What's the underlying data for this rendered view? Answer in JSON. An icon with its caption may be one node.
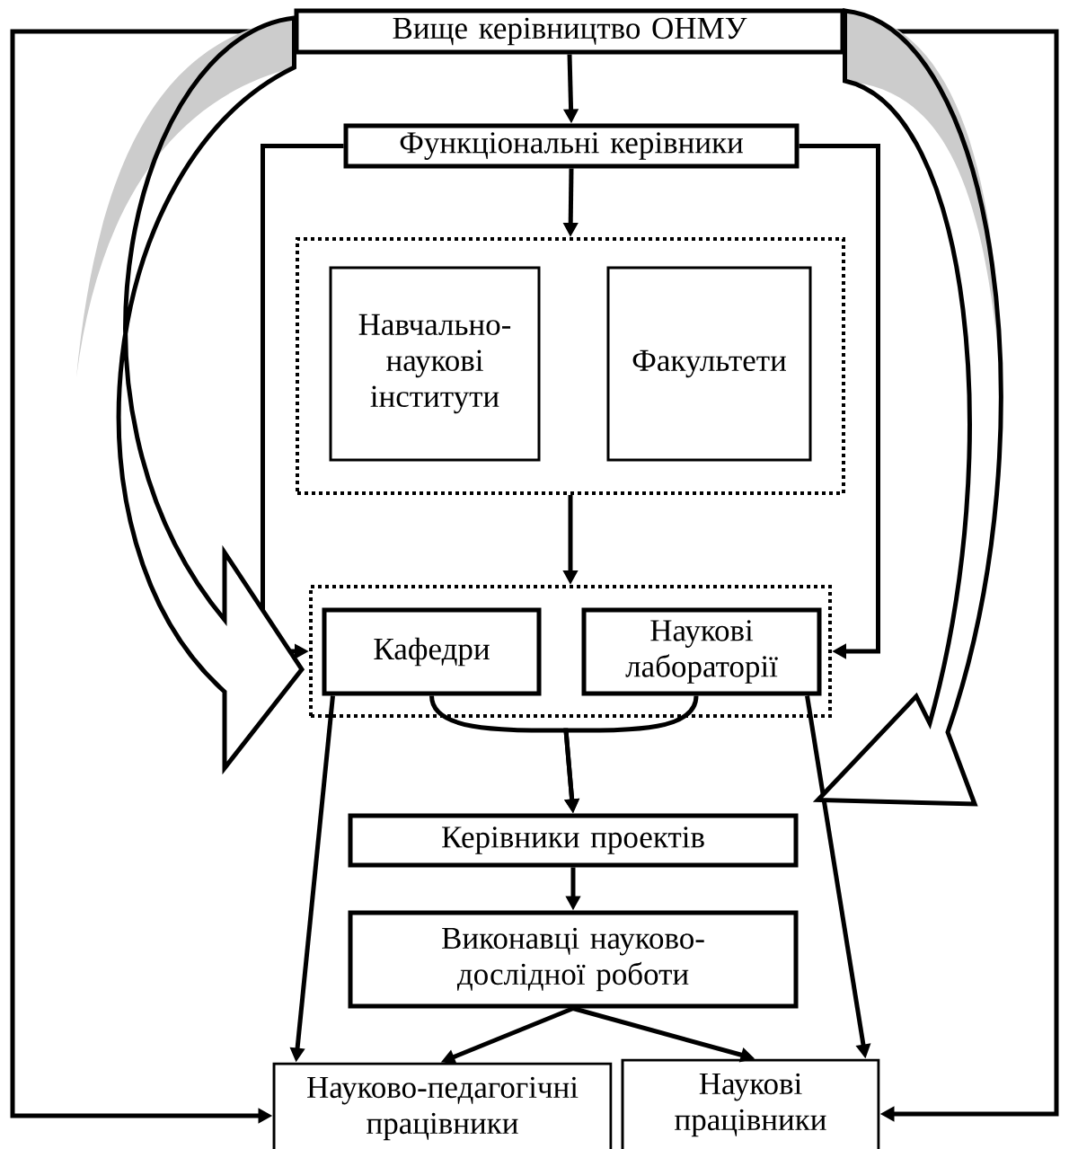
{
  "diagram": {
    "nodes": [
      {
        "text": [
          "Вище керівництво ОНМУ"
        ]
      },
      {
        "text": [
          "Функціональні керівники"
        ]
      },
      {
        "text": [],
        "shape": "box"
      },
      {
        "text": [
          "Навчально-наукові інститути"
        ],
        "in": 2
      },
      {
        "text": [
          "Факультети"
        ],
        "in": 2
      },
      {
        "text": [],
        "shape": "box"
      },
      {
        "text": [
          "Кафедри"
        ],
        "in": 5
      },
      {
        "text": [
          "Наукові лабораторії"
        ],
        "in": 5
      },
      {
        "text": [
          "Керівники проектів"
        ]
      },
      {
        "text": [
          "Виконавці науково-дослідної роботи"
        ]
      },
      {
        "text": [
          "Науково-педагогічні працівники"
        ]
      },
      {
        "text": [
          "Наукові працівники"
        ]
      }
    ],
    "edges": [
      {
        "from": 0,
        "to": 1,
        "arrow": "to"
      },
      {
        "from": 1,
        "to": 2,
        "arrow": "to"
      },
      {
        "from": 2,
        "to": 5,
        "arrow": "to"
      },
      {
        "from": 1,
        "to": 5,
        "arrow": "to"
      },
      {
        "from": 1,
        "to": 5,
        "arrow": "to"
      },
      {
        "from": 6,
        "to": 8,
        "arrow": "to"
      },
      {
        "from": 7,
        "to": 8,
        "arrow": "to"
      },
      {
        "from": 8,
        "to": 9,
        "arrow": "to"
      },
      {
        "from": 9,
        "to": 10,
        "arrow": "to"
      },
      {
        "from": 9,
        "to": 11,
        "arrow": "to"
      },
      {
        "from": 6,
        "to": 10,
        "arrow": "to"
      },
      {
        "from": 7,
        "to": 11,
        "arrow": "to"
      },
      {
        "from": 0,
        "to": 10,
        "arrow": "to"
      },
      {
        "from": 0,
        "to": 11,
        "arrow": "to"
      },
      {
        "from": 0,
        "to": 5,
        "arrow": "to",
        "style": "thick"
      },
      {
        "from": 0,
        "to": 8,
        "arrow": "to",
        "style": "thick"
      }
    ]
  }
}
